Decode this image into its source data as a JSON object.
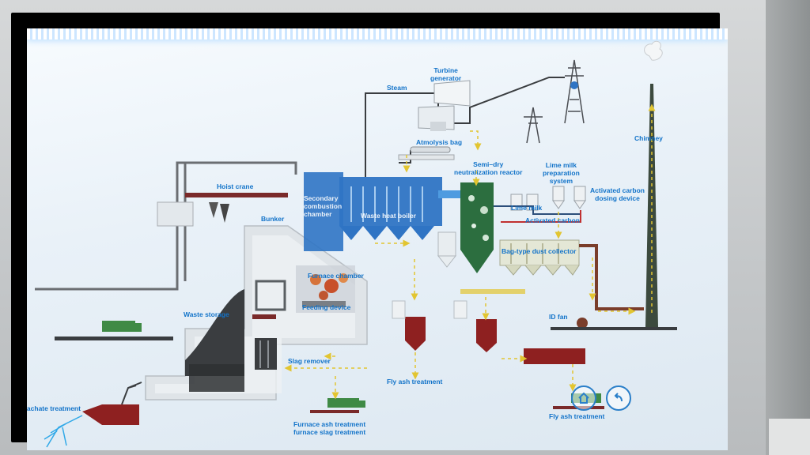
{
  "labels": {
    "steam": "Steam",
    "turbine": "Turbine\ngenerator",
    "atmolysis": "Atmolysis bag",
    "semi_dry": "Semi–dry\nneutralization reactor",
    "lime_prep": "Lime milk\npreparation\nsystem",
    "activated_dosing": "Activated carbon\ndosing device",
    "chimney": "Chimney",
    "hoist": "Hoist crane",
    "secondary": "Secondary\ncombustion\nchamber",
    "waste_heat": "Waste heat boiler",
    "lime_milk": "Lime milk",
    "activated_carbon": "Activated carbon",
    "bag_dust": "Bag-type dust collector",
    "bunker": "Bunker",
    "furnace_chamber": "Furnace chamber",
    "feeding": "Feeding device",
    "waste_storage": "Waste storage",
    "id_fan": "ID fan",
    "slag_remover": "Slag remover",
    "fly_ash_1": "Fly ash treatment",
    "fly_ash_2": "Fly ash treatment",
    "leachate": "Leachate treatment",
    "furnace_ash": "Furnace ash treatment\nfurnace slag treatment"
  },
  "colors": {
    "label": "#1273c9",
    "arrow": "#e2c531",
    "pipe": "#6b6e72",
    "duct": "#2e73b8",
    "hopper": "#8e2020",
    "truck": "#3f8a45",
    "reactor": "#2c6e3f"
  },
  "controls": {
    "home_icon": "home-icon",
    "back_icon": "back-arrow-icon"
  }
}
